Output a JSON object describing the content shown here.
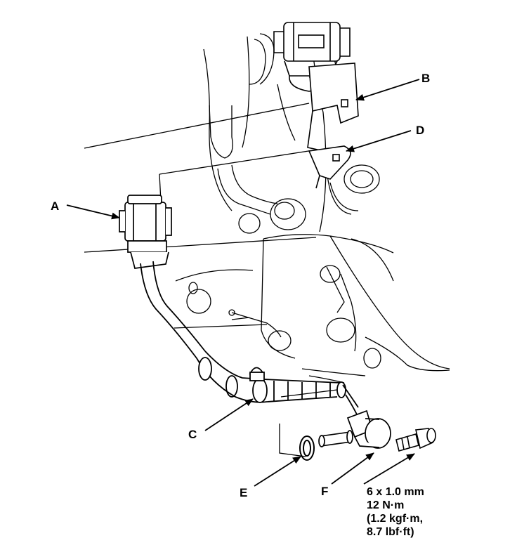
{
  "diagram": {
    "callouts": {
      "A": "A",
      "B": "B",
      "C": "C",
      "D": "D",
      "E": "E",
      "F": "F"
    },
    "torque_spec": {
      "line1": "6 x 1.0 mm",
      "line2": "12 N·m",
      "line3": "(1.2 kgf·m,",
      "line4": "8.7 lbf·ft)"
    }
  }
}
